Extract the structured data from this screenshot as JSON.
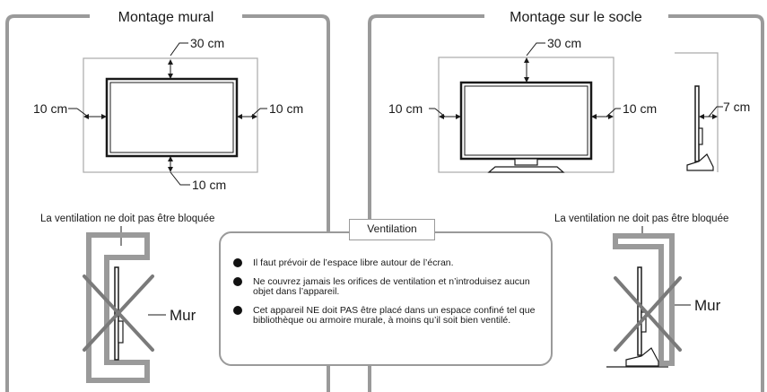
{
  "wall_panel": {
    "title": "Montage mural",
    "dim_top": "30 cm",
    "dim_left": "10 cm",
    "dim_right": "10 cm",
    "dim_bottom": "10 cm",
    "warning": "La ventilation ne doit pas être bloquée",
    "wall_label": "Mur"
  },
  "stand_panel": {
    "title": "Montage sur le socle",
    "dim_top": "30 cm",
    "dim_left": "10 cm",
    "dim_right": "10 cm",
    "dim_side": "7 cm",
    "warning": "La ventilation ne doit pas être bloquée",
    "wall_label": "Mur"
  },
  "ventilation": {
    "title": "Ventilation",
    "bullets": [
      "Il faut prévoir de l’espace libre autour de l’écran.",
      "Ne couvrez jamais les orifices de ventilation et n’introduisez aucun objet dans l’appareil.",
      "Cet appareil NE doit PAS être placé dans un espace confiné tel que bibliothèque ou armoire murale, à moins qu’il soit bien ventilé."
    ]
  },
  "colors": {
    "frame": "#9a9a9a",
    "cross": "#7a7a7a",
    "line": "#1a1a1a"
  }
}
